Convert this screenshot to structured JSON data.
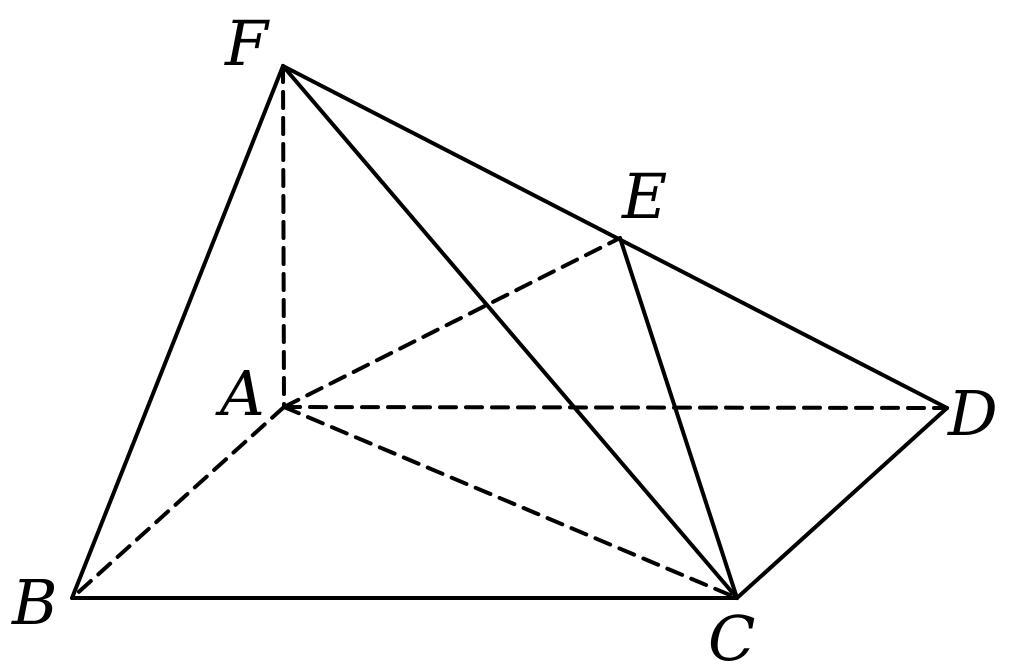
{
  "colors": {
    "stroke": "#000000",
    "background": "#ffffff",
    "label": "#000000"
  },
  "vertices": {
    "F": {
      "label": "F"
    },
    "E": {
      "label": "E"
    },
    "A": {
      "label": "A"
    },
    "D": {
      "label": "D"
    },
    "B": {
      "label": "B"
    },
    "C": {
      "label": "C"
    }
  },
  "edges": [
    {
      "from": "F",
      "to": "B",
      "style": "solid"
    },
    {
      "from": "F",
      "to": "C",
      "style": "solid"
    },
    {
      "from": "F",
      "to": "D",
      "style": "solid"
    },
    {
      "from": "E",
      "to": "C",
      "style": "solid"
    },
    {
      "from": "D",
      "to": "C",
      "style": "solid"
    },
    {
      "from": "B",
      "to": "C",
      "style": "solid"
    },
    {
      "from": "F",
      "to": "A",
      "style": "dashed"
    },
    {
      "from": "A",
      "to": "E",
      "style": "dashed"
    },
    {
      "from": "A",
      "to": "D",
      "style": "dashed"
    },
    {
      "from": "A",
      "to": "B",
      "style": "dashed"
    },
    {
      "from": "A",
      "to": "C",
      "style": "dashed"
    }
  ]
}
